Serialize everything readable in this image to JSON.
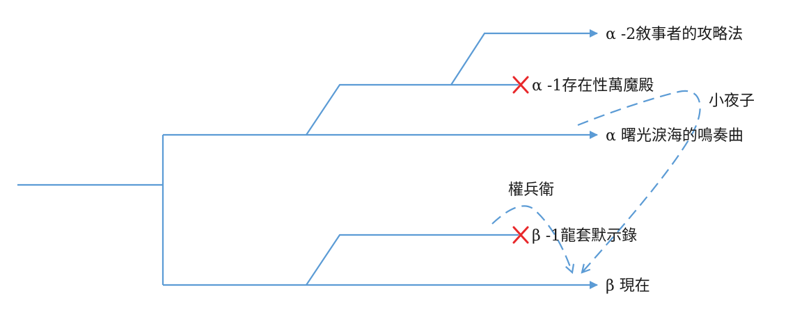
{
  "colors": {
    "line": "#5b9bd5",
    "cross": "#e8282b",
    "text": "#1a1a1a"
  },
  "routes": {
    "alpha2": {
      "label": "α -2敘事者的攻略法",
      "ended": false
    },
    "alpha1": {
      "label": "α -1存在性萬魔殿",
      "ended": true
    },
    "alpha": {
      "label": "α 曙光淚海的鳴奏曲",
      "ended": false
    },
    "beta1": {
      "label": "β -1龍套默示錄",
      "ended": true
    },
    "beta": {
      "label": "β 現在",
      "ended": false
    }
  },
  "notes": {
    "kosayako": "小夜子",
    "gonbee": "權兵衛"
  },
  "icons": {
    "end_marker": "cross-icon",
    "flow_arrow": "arrow-head-icon"
  }
}
